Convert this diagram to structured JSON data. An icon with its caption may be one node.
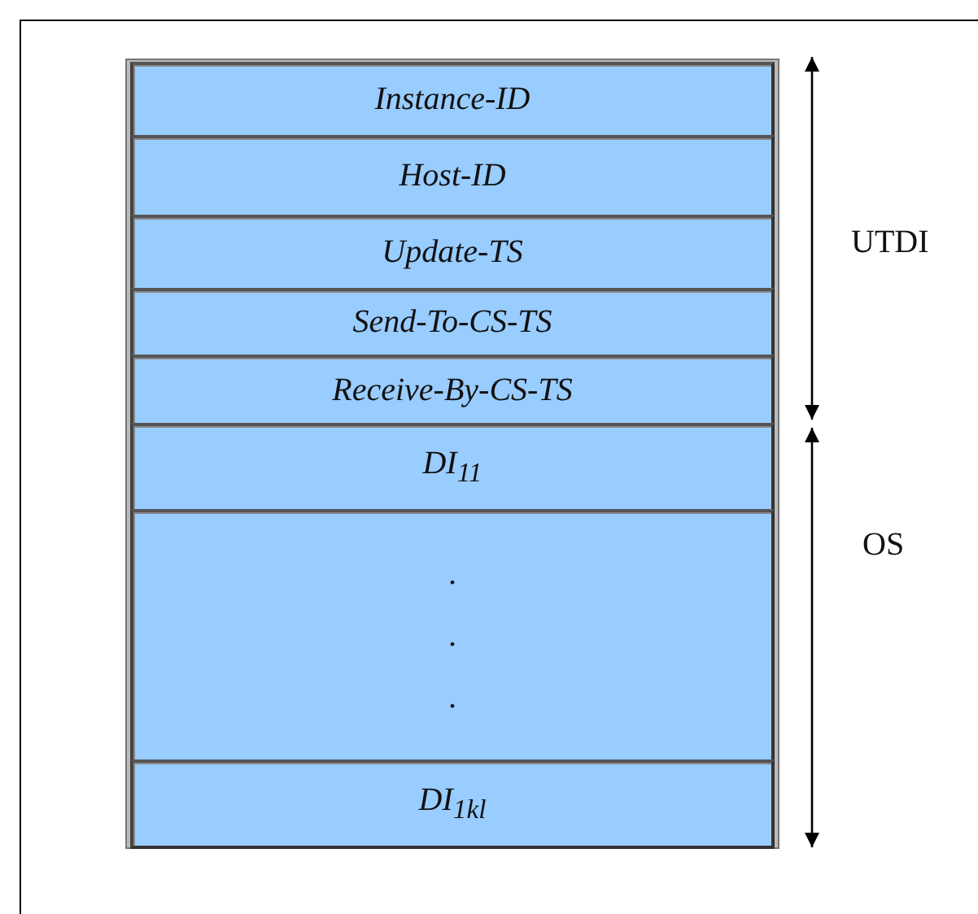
{
  "diagram": {
    "nodes": [
      {
        "text": [
          "Instance-ID"
        ]
      },
      {
        "text": [
          "Host-ID"
        ]
      },
      {
        "text": [
          "Update-TS"
        ]
      },
      {
        "text": [
          "Send-To-CS-TS"
        ]
      },
      {
        "text": [
          "Receive-By-CS-TS"
        ]
      },
      {
        "text": [
          "DI$_{11}$"
        ]
      },
      {
        "text": [
          ". . ."
        ]
      },
      {
        "text": [
          "DI$_{1kl}$"
        ]
      }
    ],
    "labels": [
      "UTDI",
      "OS"
    ]
  }
}
